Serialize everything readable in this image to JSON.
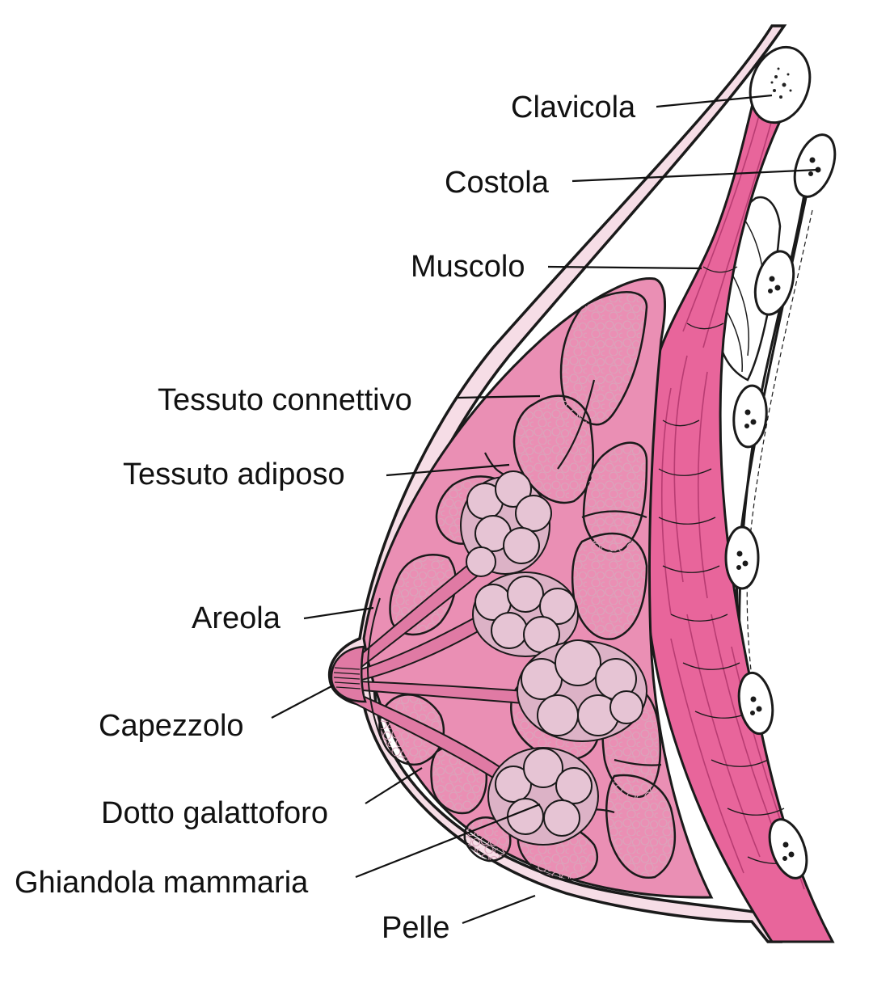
{
  "colors": {
    "outline": "#1a1a1a",
    "skin": "#f6dde6",
    "connective": "#ea8fb4",
    "fat": "#f7d3e0",
    "fat_texture": "#d9a5bb",
    "muscle": "#e8659b",
    "muscle_fibers": "#b83c72",
    "gland": "#dcb2c6",
    "gland_lobe": "#e6c4d4",
    "nipple": "#e07aa4",
    "bone_fill": "#ffffff",
    "bone_speckle": "#222222"
  },
  "icons": {
    "clavicle": "bone-cross-section-icon",
    "rib": "bone-cross-section-icon",
    "gland": "lobule-cluster-icon"
  },
  "labels": {
    "clavicola": "Clavicola",
    "costola": "Costola",
    "muscolo": "Muscolo",
    "tessuto_connettivo": "Tessuto connettivo",
    "tessuto_adiposo": "Tessuto adiposo",
    "areola": "Areola",
    "capezzolo": "Capezzolo",
    "dotto_galattoforo": "Dotto galattoforo",
    "ghiandola_mammaria": "Ghiandola mammaria",
    "pelle": "Pelle"
  }
}
